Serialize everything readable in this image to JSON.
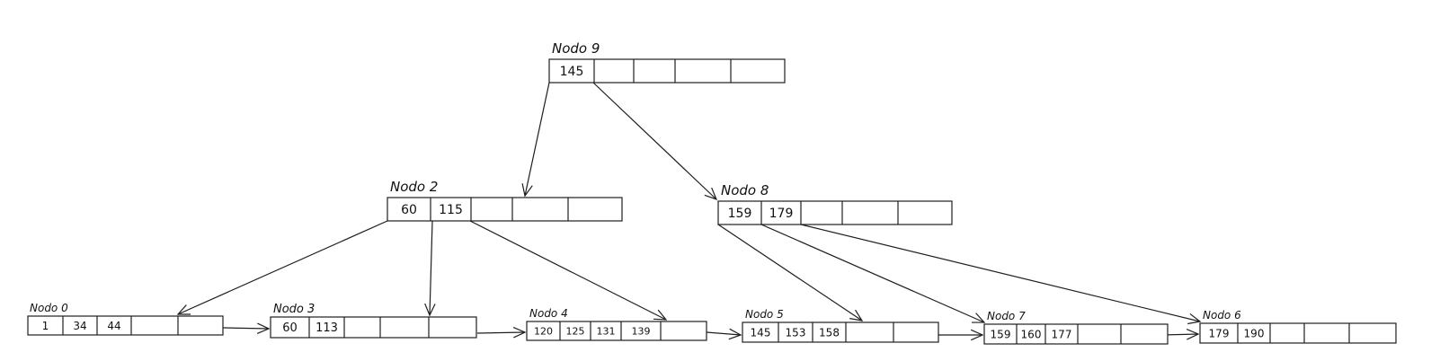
{
  "diagram": {
    "nodes": [
      {
        "id": "n9",
        "title": "Nodo 9",
        "keys": [
          "145",
          "",
          "",
          "",
          ""
        ]
      },
      {
        "id": "n2",
        "title": "Nodo 2",
        "keys": [
          "60",
          "115",
          "",
          "",
          ""
        ]
      },
      {
        "id": "n8",
        "title": "Nodo 8",
        "keys": [
          "159",
          "179",
          "",
          "",
          ""
        ]
      },
      {
        "id": "n0",
        "title": "Nodo 0",
        "keys": [
          "1",
          "34",
          "44",
          "",
          ""
        ]
      },
      {
        "id": "n3",
        "title": "Nodo 3",
        "keys": [
          "60",
          "113",
          "",
          "",
          ""
        ]
      },
      {
        "id": "n4",
        "title": "Nodo 4",
        "keys": [
          "120",
          "125",
          "131",
          "139",
          ""
        ]
      },
      {
        "id": "n5",
        "title": "Nodo 5",
        "keys": [
          "145",
          "153",
          "158",
          "",
          ""
        ]
      },
      {
        "id": "n7",
        "title": "Nodo 7",
        "keys": [
          "159",
          "160",
          "177",
          "",
          ""
        ]
      },
      {
        "id": "n6",
        "title": "Nodo 6",
        "keys": [
          "179",
          "190",
          "",
          "",
          ""
        ]
      }
    ],
    "edges": [
      {
        "from": "n9",
        "to": "n2"
      },
      {
        "from": "n9",
        "to": "n8"
      },
      {
        "from": "n2",
        "to": "n0"
      },
      {
        "from": "n2",
        "to": "n3"
      },
      {
        "from": "n2",
        "to": "n4"
      },
      {
        "from": "n8",
        "to": "n5"
      },
      {
        "from": "n8",
        "to": "n7"
      },
      {
        "from": "n8",
        "to": "n6"
      },
      {
        "from": "n0",
        "to": "n3"
      },
      {
        "from": "n3",
        "to": "n4"
      },
      {
        "from": "n4",
        "to": "n5"
      },
      {
        "from": "n5",
        "to": "n7"
      },
      {
        "from": "n7",
        "to": "n6"
      }
    ]
  }
}
